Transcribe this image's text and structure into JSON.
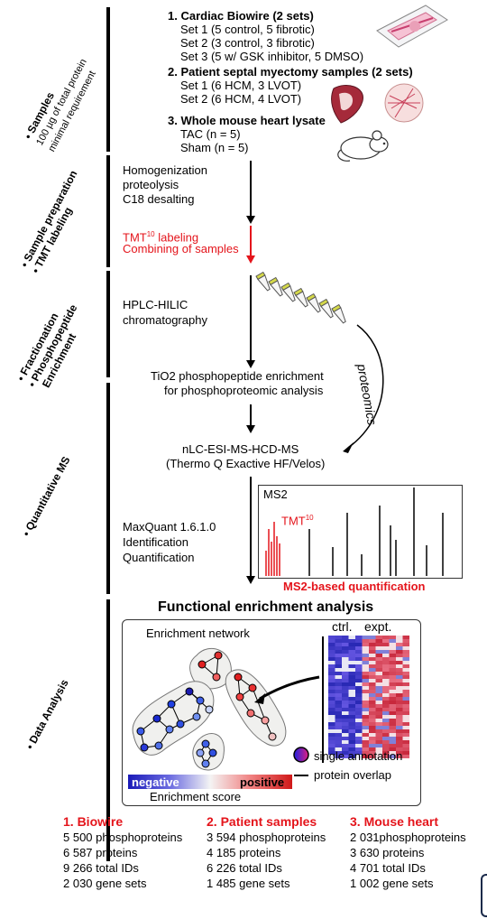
{
  "sidebar": {
    "samples": "Samples",
    "samples_sub1": "100 µg of total protein",
    "samples_sub2": "minimal requirement",
    "prep1": "Sample preparation",
    "prep2": "TMT labeling",
    "frac1": "Fractionation",
    "frac2": "Phosphopeptide",
    "frac3": "Enrichment",
    "qms": "Quantitative MS",
    "data": "Data Analysis"
  },
  "samples": {
    "s1_title": "1. Cardiac Biowire (2 sets)",
    "s1_l1": "Set 1 (5 control, 5 fibrotic)",
    "s1_l2": "Set 2 (3 control, 3 fibrotic)",
    "s1_l3": "Set 3 (5 w/ GSK inhibitor, 5 DMSO)",
    "s2_title": "2. Patient septal myectomy samples (2 sets)",
    "s2_l1": "Set 1 (6 HCM, 3 LVOT)",
    "s2_l2": "Set 2 (6 HCM, 4 LVOT)",
    "s3_title": "3. Whole mouse heart lysate",
    "s3_l1": "TAC (n = 5)",
    "s3_l2": "Sham (n = 5)"
  },
  "prep": {
    "l1": "Homogenization",
    "l2": "proteolysis",
    "l3": "C18 desalting",
    "tmt": "TMT",
    "tmt_sup": "10",
    "tmt_rest": " labeling",
    "combine": "Combining of samples"
  },
  "frac": {
    "l1": "HPLC-HILIC",
    "l2": "chromatography",
    "tio1": "TiO2 phosphopeptide enrichment",
    "tio2": "for phosphoproteomic analysis",
    "proteomics": "proteomics"
  },
  "ms": {
    "l1": "nLC-ESI-MS-HCD-MS",
    "l2": "(Thermo Q Exactive HF/Velos)",
    "mq1": "MaxQuant 1.6.1.0",
    "mq2": "Identification",
    "mq3": "Quantification",
    "ms2": "MS2",
    "tmt": "TMT",
    "tmt_sup": "10",
    "quant": "MS2-based quantification"
  },
  "analysis": {
    "title": "Functional enrichment analysis",
    "network": "Enrichment network",
    "ctrl": "ctrl.",
    "expt": "expt.",
    "single": "single annotation",
    "overlap": "protein overlap",
    "neg": "negative",
    "pos": "positive",
    "score": "Enrichment score"
  },
  "results": [
    {
      "title": "1. Biowire",
      "l1": "5 500 phosphoproteins",
      "l2": "6 587 proteins",
      "l3": "9 266 total IDs",
      "l4": "2 030 gene sets"
    },
    {
      "title": "2. Patient samples",
      "l1": "3 594 phosphoproteins",
      "l2": "4 185 proteins",
      "l3": "6 226 total IDs",
      "l4": "1 485 gene sets"
    },
    {
      "title": "3. Mouse heart",
      "l1": "2 031phosphoproteins",
      "l2": "3 630 proteins",
      "l3": "4 701 total IDs",
      "l4": "1 002 gene sets"
    }
  ],
  "colors": {
    "red": "#e4141b",
    "blue": "#1a1ad0"
  }
}
